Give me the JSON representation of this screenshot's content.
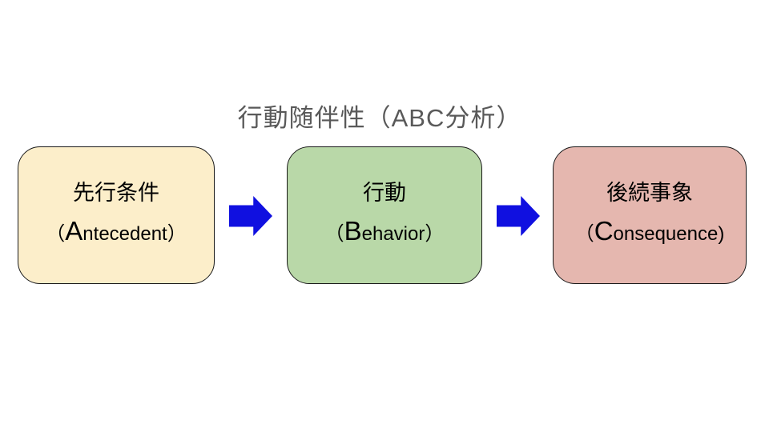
{
  "title": "行動随伴性（ABC分析）",
  "colors": {
    "title_text": "#595959",
    "arrow_fill": "#1010E0",
    "box_border": "#1a1a1a",
    "background": "#ffffff"
  },
  "boxes": [
    {
      "label_jp": "先行条件",
      "paren_open": "（",
      "initial": "A",
      "word_rest": "ntecedent",
      "paren_close": "）",
      "fill": "#FCEECA"
    },
    {
      "label_jp": "行動",
      "paren_open": "（",
      "initial": "B",
      "word_rest": "ehavior",
      "paren_close": "）",
      "fill": "#B9D8A8"
    },
    {
      "label_jp": "後続事象",
      "paren_open": "（",
      "initial": "C",
      "word_rest": "onsequence",
      "paren_close": ")",
      "fill": "#E5B7AF"
    }
  ]
}
